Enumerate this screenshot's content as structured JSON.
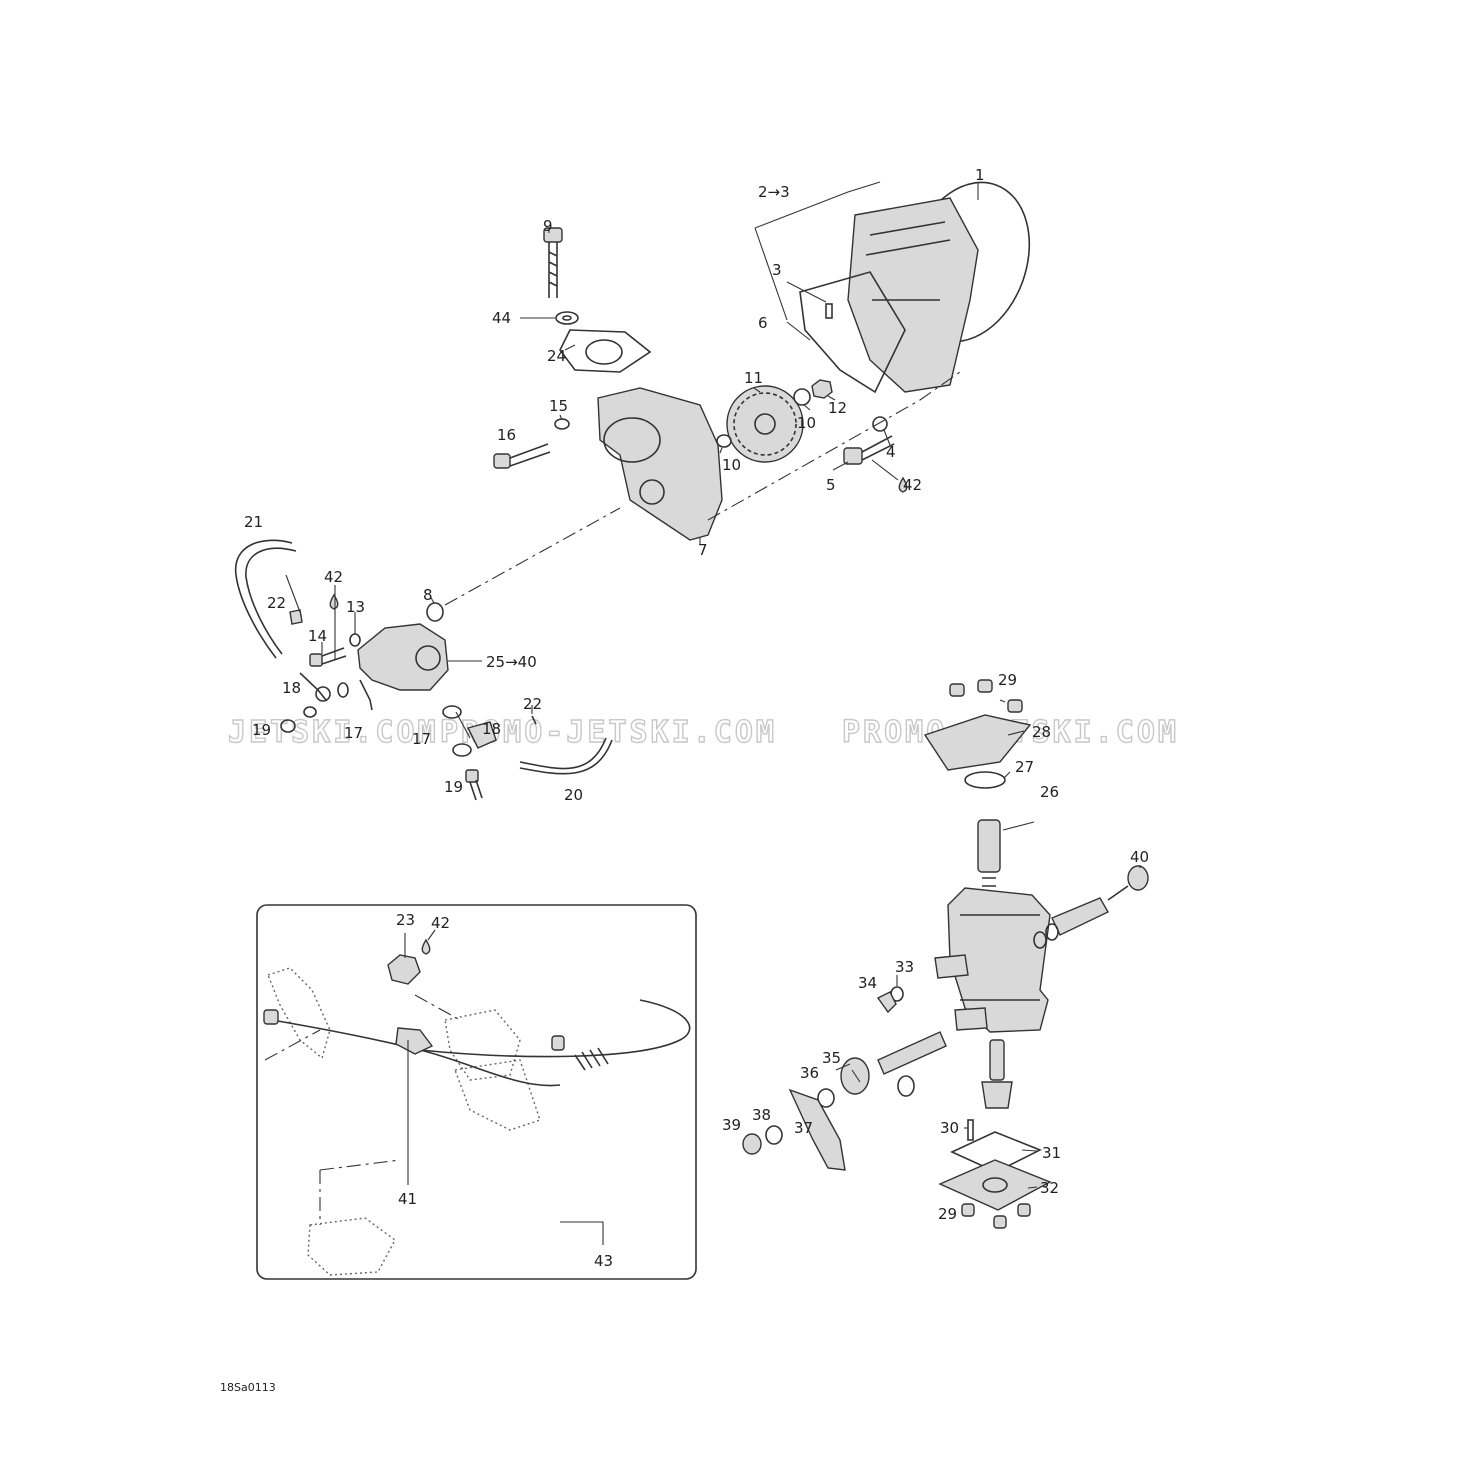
{
  "watermark": {
    "text_left": "JETSKI.COM",
    "text_mid": "PROMO-JETSKI.COM",
    "text_right": "PROMO-JETSKI.COM"
  },
  "drawing_code": "18Sa0113",
  "callouts": {
    "c1": "1",
    "c2_3": "2→3",
    "c3": "3",
    "c4": "4",
    "c5": "5",
    "c6": "6",
    "c7": "7",
    "c8": "8",
    "c9": "9",
    "c10a": "10",
    "c10b": "10",
    "c11": "11",
    "c12": "12",
    "c13": "13",
    "c14": "14",
    "c15": "15",
    "c16": "16",
    "c17a": "17",
    "c17b": "17",
    "c18a": "18",
    "c18b": "18",
    "c19a": "19",
    "c19b": "19",
    "c20": "20",
    "c21": "21",
    "c22a": "22",
    "c22b": "22",
    "c23": "23",
    "c24": "24",
    "c25_40": "25→40",
    "c26": "26",
    "c27": "27",
    "c28": "28",
    "c29a": "29",
    "c29b": "29",
    "c30": "30",
    "c31": "31",
    "c32": "32",
    "c33": "33",
    "c34": "34",
    "c35": "35",
    "c36": "36",
    "c37": "37",
    "c38": "38",
    "c39": "39",
    "c40": "40",
    "c41": "41",
    "c42a": "42",
    "c42b": "42",
    "c42c": "42",
    "c43": "43",
    "c44": "44"
  }
}
